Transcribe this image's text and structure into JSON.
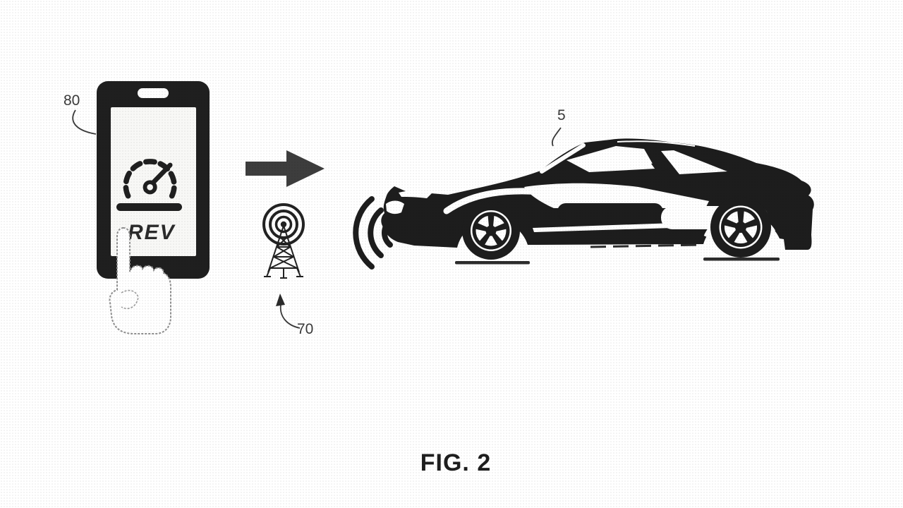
{
  "figure": {
    "caption": "FIG. 2",
    "reference_labels": [
      {
        "number": "80",
        "refers_to": "smartphone"
      },
      {
        "number": "70",
        "refers_to": "radio-transmitter"
      },
      {
        "number": "5",
        "refers_to": "vehicle"
      }
    ],
    "phone": {
      "screen_text": "REV"
    },
    "icons": {
      "gauge": "speedometer-gauge-icon",
      "hand": "touch-hand-icon",
      "arrow": "right-arrow-icon",
      "tower": "radio-tower-icon",
      "waves": "sound-waves-icon"
    },
    "colors": {
      "ink": "#1f1f1f",
      "arrow_fill": "#3d3d3d",
      "label_text": "#3a3a3a",
      "background": "#ffffff"
    }
  }
}
